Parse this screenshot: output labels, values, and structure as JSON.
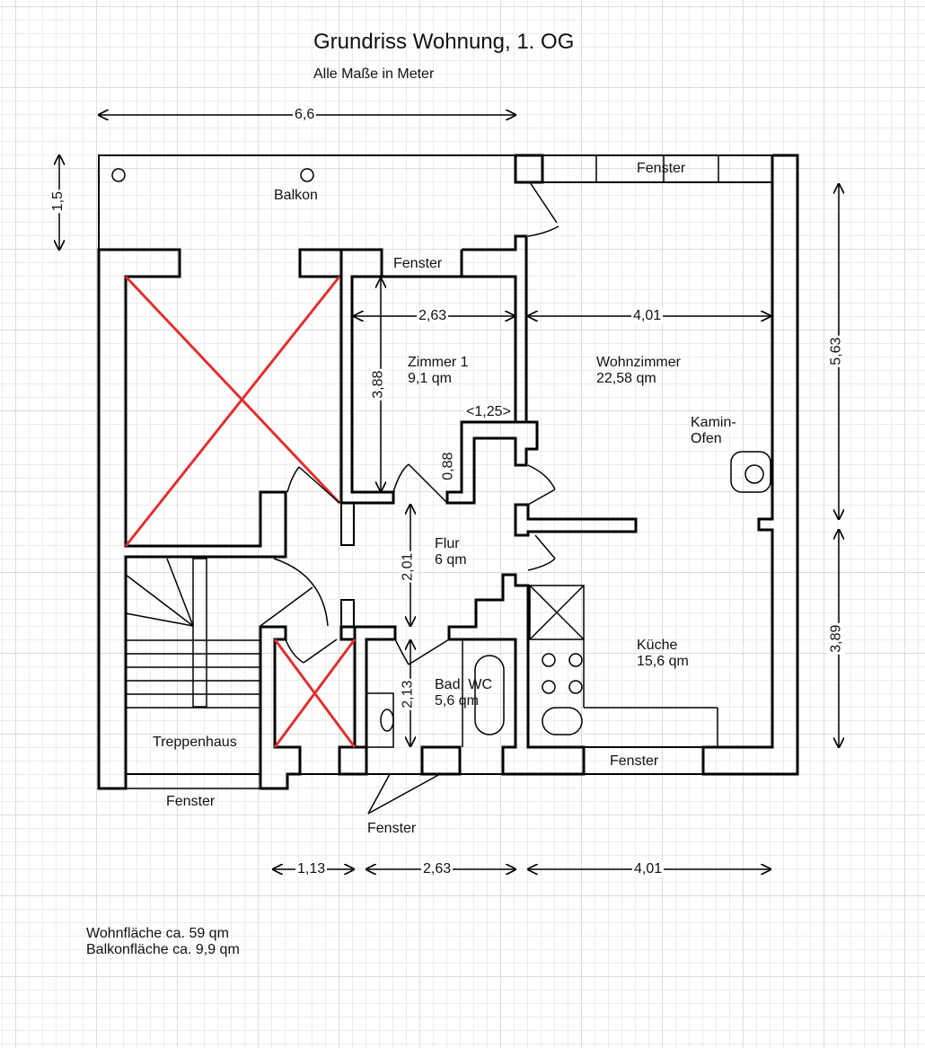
{
  "title": "Grundriss Wohnung, 1. OG",
  "subtitle": "Alle Maße in Meter",
  "colors": {
    "walls": "#000000",
    "crossed_out": "#e03030",
    "grid": "#dcdcdc"
  },
  "rooms": [
    {
      "name": "Balkon",
      "area": ""
    },
    {
      "name": "Zimmer 1",
      "area": "9,1 qm"
    },
    {
      "name": "Wohnzimmer",
      "area": "22,58 qm"
    },
    {
      "name": "Flur",
      "area": "6 qm"
    },
    {
      "name": "Bad, WC",
      "area": "5,6 qm"
    },
    {
      "name": "Küche",
      "area": "15,6 qm"
    },
    {
      "name": "Treppenhaus",
      "area": ""
    }
  ],
  "fixtures": {
    "fireplace_line1": "Kamin-",
    "fireplace_line2": "Ofen"
  },
  "windows": {
    "top_wohnzimmer": "Fenster",
    "top_zimmer1": "Fenster",
    "bottom_kueche": "Fenster",
    "bottom_bad": "Fenster",
    "bottom_treppenhaus": "Fenster"
  },
  "dimensions": {
    "total_width": "6,6",
    "balcony_depth": "1,5",
    "zimmer1_width": "2,63",
    "zimmer1_depth": "3,88",
    "wohnzimmer_width": "4,01",
    "zimmer1_notch_width": "1,25",
    "zimmer1_notch_depth": "0,88",
    "flur_depth": "2,01",
    "bad_depth": "2,13",
    "right_upper": "5,63",
    "right_lower": "3,89",
    "bottom_left": "1,13",
    "bottom_mid": "2,63",
    "bottom_right": "4,01"
  },
  "summary": {
    "living_area": "Wohnfläche ca. 59 qm",
    "balcony_area": "Balkonfläche ca. 9,9 qm"
  }
}
